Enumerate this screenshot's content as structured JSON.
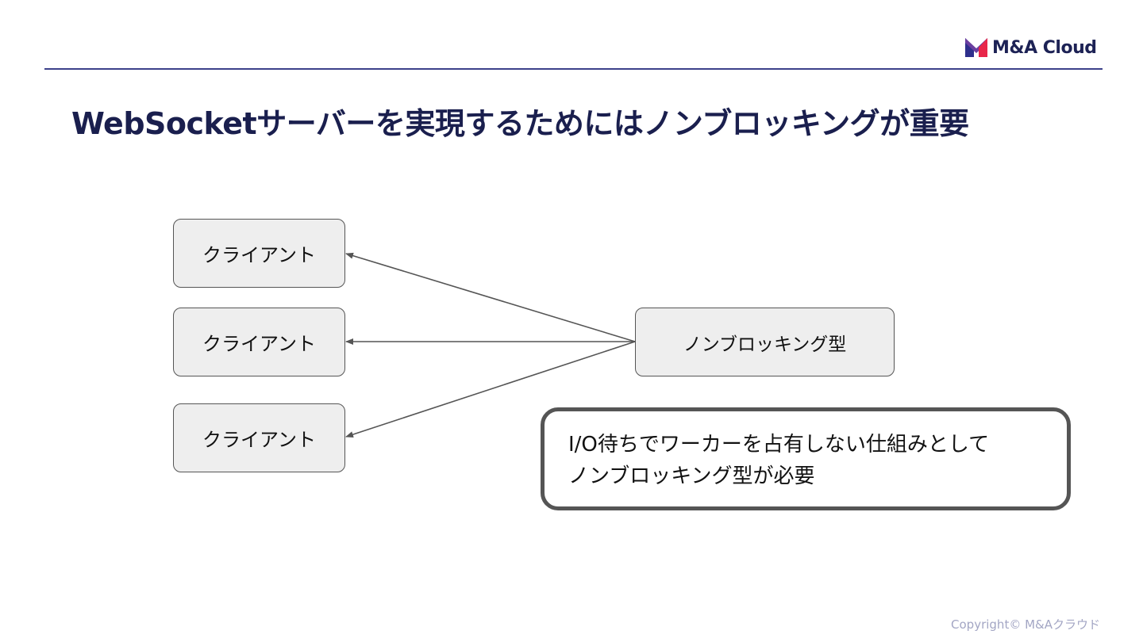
{
  "header": {
    "logo_text": "M&A Cloud",
    "logo_icon": "ma-cloud-logo-icon"
  },
  "slide": {
    "title": "WebSocketサーバーを実現するためにはノンブロッキングが重要"
  },
  "diagram": {
    "clients": [
      "クライアント",
      "クライアント",
      "クライアント"
    ],
    "server": "ノンブロッキング型"
  },
  "note": {
    "lines": [
      "I/O待ちでワーカーを占有しない仕組みとして",
      "ノンブロッキング型が必要"
    ]
  },
  "footer": {
    "copyright": "Copyright© M&Aクラウド"
  },
  "colors": {
    "title": "#1a1f4e",
    "rule": "#3c418a",
    "logo_red": "#e8264a",
    "logo_navy": "#2e2f8c",
    "node_fill": "#eeeeee",
    "node_border": "#555555"
  }
}
